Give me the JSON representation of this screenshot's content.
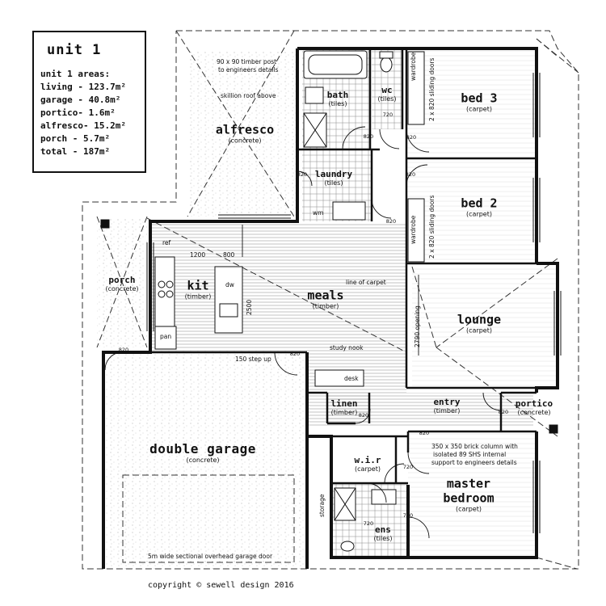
{
  "areas_box": {
    "title": "unit 1",
    "heading": "unit 1 areas:",
    "lines": [
      "living - 123.7m²",
      "garage - 40.8m²",
      "portico- 1.6m²",
      "alfresco- 15.2m²",
      "porch - 5.7m²",
      "total - 187m²"
    ]
  },
  "rooms": {
    "alfresco": {
      "name": "alfresco",
      "finish": "(concrete)"
    },
    "bath": {
      "name": "bath",
      "finish": "(tiles)"
    },
    "wc": {
      "name": "wc",
      "finish": "(tiles)"
    },
    "bed3": {
      "name": "bed 3",
      "finish": "(carpet)"
    },
    "laundry": {
      "name": "laundry",
      "finish": "(tiles)"
    },
    "bed2": {
      "name": "bed 2",
      "finish": "(carpet)"
    },
    "porch": {
      "name": "porch",
      "finish": "(concrete)"
    },
    "kit": {
      "name": "kit",
      "finish": "(timber)"
    },
    "meals": {
      "name": "meals",
      "finish": "(timber)"
    },
    "lounge": {
      "name": "lounge",
      "finish": "(carpet)"
    },
    "linen": {
      "name": "linen",
      "finish": "(timber)"
    },
    "entry": {
      "name": "entry",
      "finish": "(timber)"
    },
    "portico": {
      "name": "portico",
      "finish": "(concrete)"
    },
    "garage": {
      "name": "double garage",
      "finish": "(concrete)"
    },
    "wir": {
      "name": "w.i.r",
      "finish": "(carpet)"
    },
    "master": {
      "name1": "master",
      "name2": "bedroom",
      "finish": "(carpet)"
    },
    "ens": {
      "name": "ens",
      "finish": "(tiles)"
    }
  },
  "notes": {
    "post1": "90 x 90 timber post",
    "post2": "to engineers details",
    "skillion": "skillion roof above",
    "wardrobe": "wardrobe",
    "sliding": "2 x 820 sliding doors",
    "wm": "wm",
    "ref": "ref",
    "dim1200": "1200",
    "dim800": "800",
    "dw": "dw",
    "dim2500": "2500",
    "pan": "pan",
    "line_of_carpet": "line of carpet",
    "opening": "2790 opening",
    "step_up": "150 step up",
    "study_nook": "study nook",
    "desk": "desk",
    "column1": "350 x 350 brick column with",
    "column2": "isolated 89 SHS internal",
    "column3": "support to engineers details",
    "storage": "storage",
    "garage_door": "5m wide sectional overhead garage door",
    "d820": "820",
    "d720": "720"
  },
  "copyright": "copyright © sewell design 2016"
}
